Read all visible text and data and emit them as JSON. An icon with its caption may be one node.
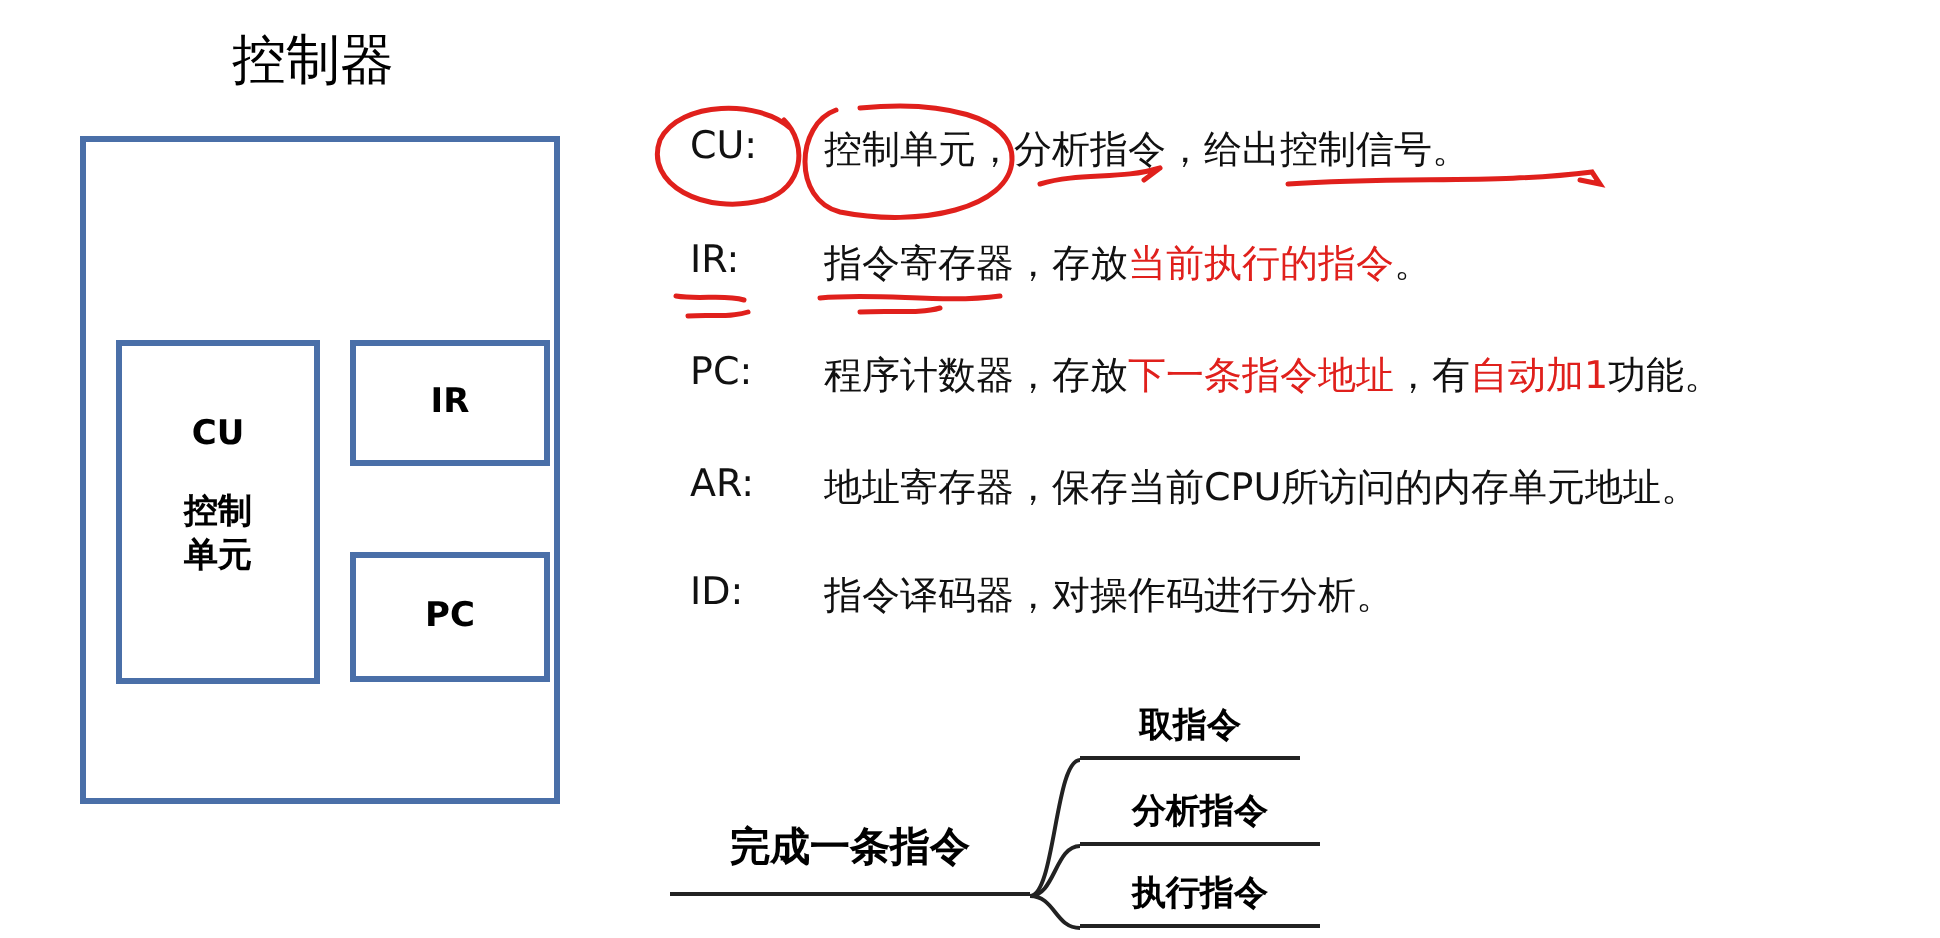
{
  "diagram": {
    "nodes": [
      {
        "text": [
          "控制器"
        ]
      },
      {
        "text": [
          "CU",
          "控制单元"
        ],
        "in": 0
      },
      {
        "text": [
          "IR"
        ],
        "in": 0
      },
      {
        "text": [
          "PC"
        ],
        "in": 0
      },
      {
        "text": [
          "完成一条指令"
        ]
      },
      {
        "text": [
          "取指令"
        ]
      },
      {
        "text": [
          "分析指令"
        ]
      },
      {
        "text": [
          "执行指令"
        ]
      }
    ],
    "edges": [
      {
        "from": 4,
        "to": 5,
        "arrow": "none"
      },
      {
        "from": 4,
        "to": 6,
        "arrow": "none"
      },
      {
        "from": 4,
        "to": 7,
        "arrow": "none"
      }
    ],
    "labels": [
      "CU:",
      "控制单元，分析指令，给出控制信号。",
      "IR:",
      "指令寄存器，存放**当前执行的指令**。",
      "PC:",
      "程序计数器，存放**下一条指令地址**，有**自动加1**功能。",
      "AR:",
      "地址寄存器，保存当前CPU所访问的内存单元地址。",
      "ID:",
      "指令译码器，对操作码进行分析。"
    ]
  }
}
